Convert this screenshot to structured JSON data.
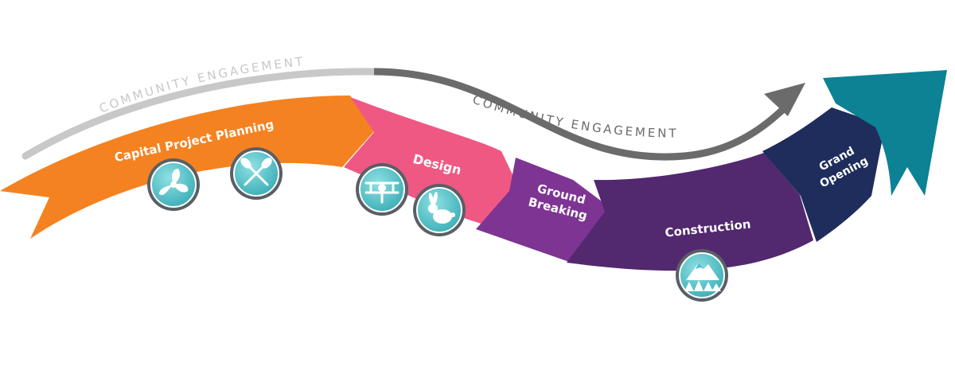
{
  "diagram": {
    "engagement_labels": [
      "COMMUNITY ENGAGEMENT",
      "COMMUNITY ENGAGEMENT"
    ],
    "stages": [
      {
        "label_lines": [
          "Capital Project Planning"
        ],
        "color": "#f58220"
      },
      {
        "label_lines": [
          "Design"
        ],
        "color": "#ef5883"
      },
      {
        "label_lines": [
          "Ground",
          "Breaking"
        ],
        "color": "#7e3493"
      },
      {
        "label_lines": [
          "Construction"
        ],
        "color": "#52286f"
      },
      {
        "label_lines": [
          "Grand",
          "Opening"
        ],
        "color": "#1e2d5c"
      },
      {
        "label_lines": [],
        "color": "#0c8294"
      }
    ],
    "badges": [
      {
        "icon": "propeller-icon"
      },
      {
        "icon": "crossed-paddles-icon"
      },
      {
        "icon": "biplane-icon"
      },
      {
        "icon": "rabbit-icon"
      },
      {
        "icon": "mountain-trees-icon"
      }
    ],
    "colors": {
      "engagement_light": "#c8c8c8",
      "engagement_dark": "#6b6b6b",
      "badge_face": "#4fc1c7"
    }
  }
}
